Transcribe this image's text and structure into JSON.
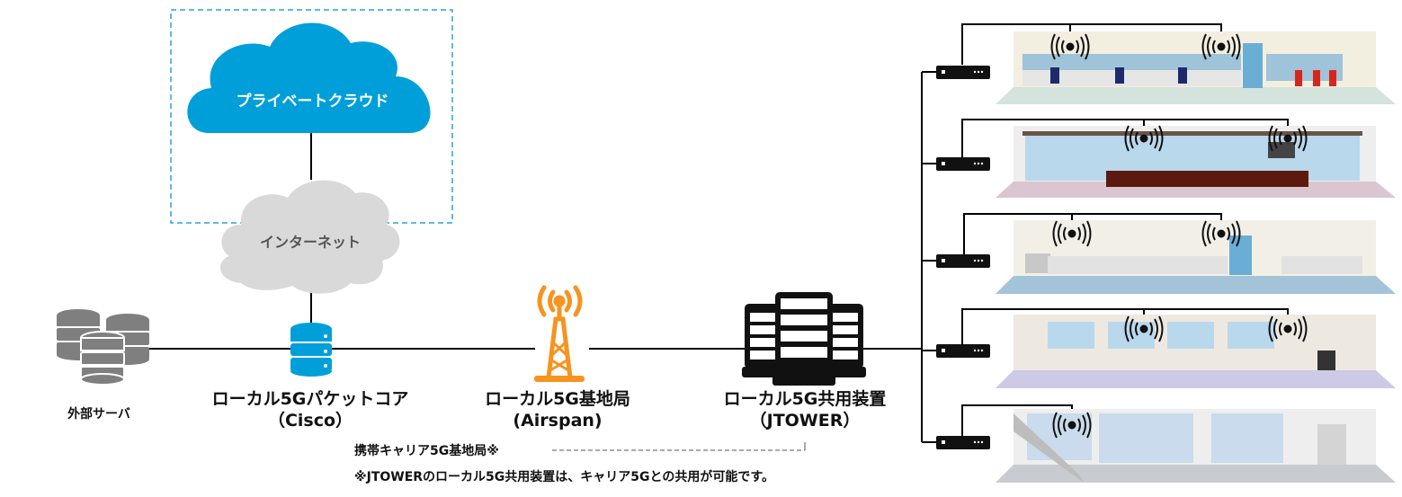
{
  "diagram": {
    "private_cloud": {
      "label": "プライベートクラウド",
      "color": "#009fd9"
    },
    "internet": {
      "label": "インターネット",
      "color": "#d9d9d9"
    },
    "external_server": {
      "label": "外部サーバ",
      "color": "#7f7f7f"
    },
    "packet_core": {
      "label_line1": "ローカル5Gパケットコア",
      "label_line2": "（Cisco）",
      "color": "#009fd9"
    },
    "base_station": {
      "label_line1": "ローカル5G基地局",
      "label_line2": "(Airspan)",
      "color": "#f7931e"
    },
    "shared_equipment": {
      "label_line1": "ローカル5G共用装置",
      "label_line2": "（JTOWER）",
      "color": "#111111"
    },
    "carrier_note": {
      "label": "携帯キャリア5G基地局※"
    },
    "footnote": {
      "text": "※JTOWERのローカル5G共用装置は、キャリア5Gとの共用が可能です。"
    },
    "boundary_color": "#29a3d9",
    "floors": [
      {
        "name": "office-floor-1",
        "wall": "#f2efe0",
        "floor": "#d4e3dc",
        "antennas": 2
      },
      {
        "name": "meeting-room",
        "wall": "#eeeeee",
        "floor": "#d9c6d0",
        "antennas": 2
      },
      {
        "name": "office-floor-2",
        "wall": "#f2f0e6",
        "floor": "#a3c4d8",
        "antennas": 2
      },
      {
        "name": "office-floor-3",
        "wall": "#ede9e1",
        "floor": "#cccae4",
        "antennas": 2
      },
      {
        "name": "lobby",
        "wall": "#eeeeee",
        "floor": "#c8ccd0",
        "antennas": 1
      }
    ]
  }
}
